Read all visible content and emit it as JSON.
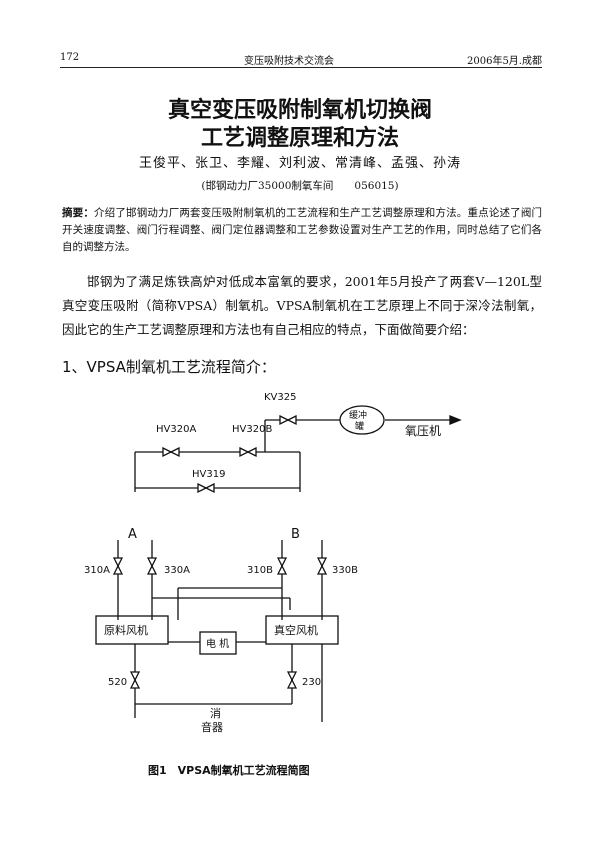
{
  "header": {
    "page_number": "172",
    "conference": "变压吸附技术交流会",
    "date_place": "2006年5月.成都"
  },
  "title": {
    "line1": "真空变压吸附制氧机切换阀",
    "line2": "工艺调整原理和方法"
  },
  "authors": "王俊平、张卫、李耀、刘利波、常清峰、孟强、孙涛",
  "affiliation": "(邯钢动力厂35000制氧车间　　056015)",
  "abstract": {
    "label": "摘要：",
    "text": "介绍了邯钢动力厂两套变压吸附制氧机的工艺流程和生产工艺调整原理和方法。重点论述了阀门开关速度调整、阀门行程调整、阀门定位器调整和工艺参数设置对生产工艺的作用，同时总结了它们各自的调整方法。"
  },
  "intro": "邯钢为了满足炼铁高炉对低成本富氧的要求，2001年5月投产了两套V—120L型真空变压吸附（简称VPSA）制氧机。VPSA制氧机在工艺原理上不同于深冷法制氧，因此它的生产工艺调整原理和方法也有自己相应的特点，下面做简要介绍：",
  "section1": "1、VPSA制氧机工艺流程简介：",
  "diagram": {
    "labels": {
      "kv325": "KV325",
      "hv320a": "HV320A",
      "hv320b": "HV320B",
      "hv319": "HV319",
      "buffer_tank_line1": "缓冲",
      "buffer_tank_line2": "罐",
      "oxygen_compressor": "氧压机",
      "bed_a": "A",
      "bed_b": "B",
      "v310a": "310A",
      "v330a": "330A",
      "v310b": "310B",
      "v330b": "330B",
      "feed_blower": "原料风机",
      "vacuum_blower": "真空风机",
      "motor": "电 机",
      "v520": "520",
      "v230": "230",
      "silencer_line1": "消",
      "silencer_line2": "音器"
    }
  },
  "caption": "图1　VPSA制氧机工艺流程简图"
}
